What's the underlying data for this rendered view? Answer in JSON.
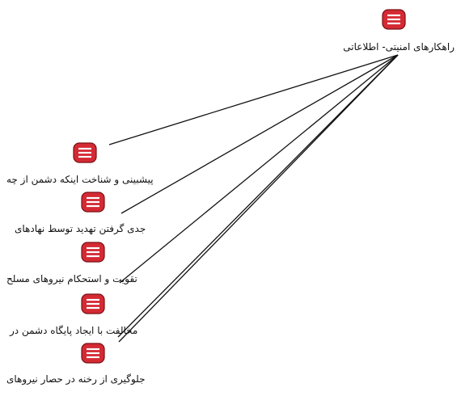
{
  "colors": {
    "icon_fill": "#d42a34",
    "icon_stroke": "#7a1015",
    "icon_lines": "#ffffff",
    "link": "#111111",
    "text": "#111111"
  },
  "icon_name": "list-node-icon",
  "root": {
    "label": "راهکارهای امنیتی- اطلاعاتی"
  },
  "children": [
    {
      "label": "پیشبینی و شناخت اینکه دشمن از چه"
    },
    {
      "label": "جدی گرفتن تهدید توسط نهادهای"
    },
    {
      "label": "تقویت و استحکام نیروهای مسلح"
    },
    {
      "label": "مخالفت با ایجاد پایگاه دشمن در"
    },
    {
      "label": "جلوگیری از رخنه در حصار نیروهای"
    }
  ]
}
